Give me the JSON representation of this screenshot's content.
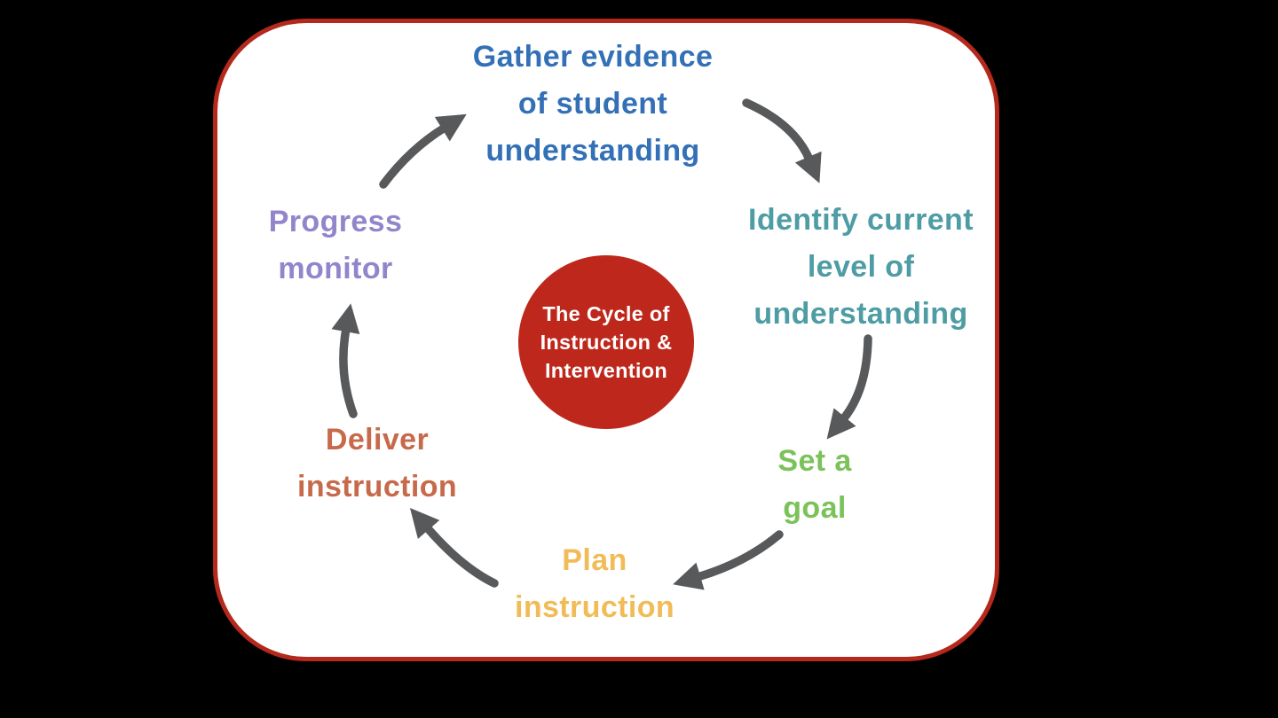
{
  "diagram": {
    "hub": {
      "line1": "The Cycle of",
      "line2": "Instruction &",
      "line3": "Intervention",
      "fill_color": "#be281c",
      "text_color": "#ffffff"
    },
    "steps": [
      {
        "id": "gather-evidence",
        "line1": "Gather evidence",
        "line2": "of student",
        "line3": "understanding",
        "color": "#3370b6"
      },
      {
        "id": "identify-level",
        "line1": "Identify current",
        "line2": "level of",
        "line3": "understanding",
        "color": "#4e9ca4"
      },
      {
        "id": "set-a-goal",
        "line1": "Set a",
        "line2": "goal",
        "color": "#7cc25b"
      },
      {
        "id": "plan-instruction",
        "line1": "Plan",
        "line2": "instruction",
        "color": "#f1bc57"
      },
      {
        "id": "deliver-instruction",
        "line1": "Deliver",
        "line2": "instruction",
        "color": "#c7694b"
      },
      {
        "id": "progress-monitor",
        "line1": "Progress",
        "line2": "monitor",
        "color": "#9285cb"
      }
    ],
    "colors": {
      "card_background": "#ffffff",
      "card_border": "#b5281c",
      "page_background": "#000000",
      "arrow": "#58595b"
    }
  }
}
